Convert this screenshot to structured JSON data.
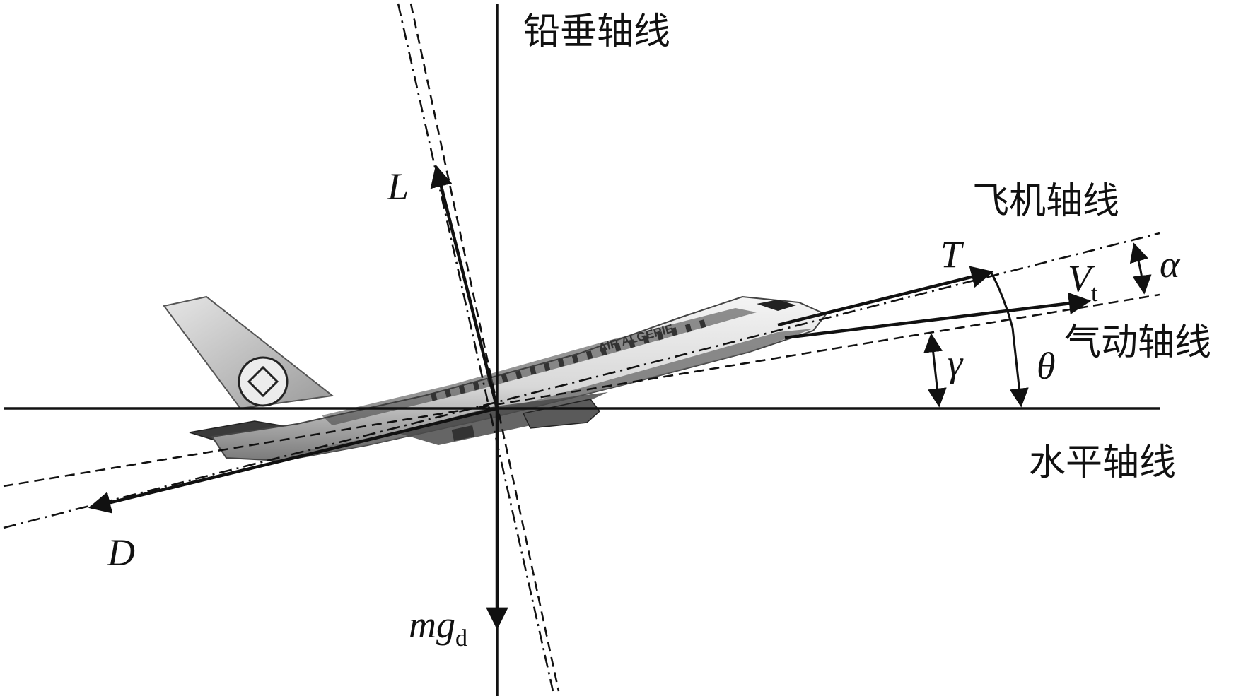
{
  "labels": {
    "vertical_axis": "铅垂轴线",
    "horizontal_axis": "水平轴线",
    "aircraft_axis": "飞机轴线",
    "aero_axis": "气动轴线"
  },
  "vectors": {
    "lift": "L",
    "drag": "D",
    "thrust": "T",
    "velocity": "V",
    "velocity_sub": "t",
    "gravity": "mg",
    "gravity_sub": "d"
  },
  "angles": {
    "alpha": "α",
    "gamma": "γ",
    "theta": "θ"
  },
  "aircraft": {
    "livery": "AIR ALGERIE"
  }
}
